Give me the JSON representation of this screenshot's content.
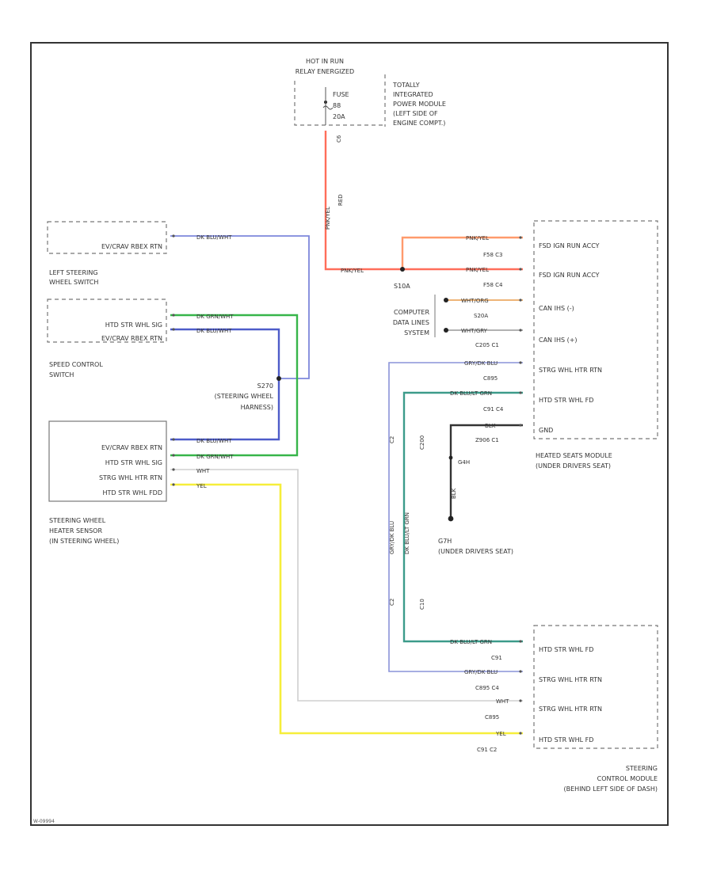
{
  "header": {
    "line1": "HOT IN RUN",
    "line2": "RELAY ENERGIZED"
  },
  "tipm": {
    "lines": [
      "TOTALLY",
      "INTEGRATED",
      "POWER MODULE",
      "(LEFT SIDE OF",
      "ENGINE COMPT.)"
    ],
    "fuse_lines": [
      "FUSE",
      "88",
      "20A"
    ],
    "connector": "C6"
  },
  "modules": {
    "left_switch": {
      "pins": [
        "EV/CRAV RBEX RTN"
      ],
      "lines": [
        "LEFT STEERING",
        "WHEEL SWITCH"
      ]
    },
    "speed_switch": {
      "pins": [
        "HTD STR WHL SIG",
        "EV/CRAV RBEX RTN"
      ],
      "lines": [
        "SPEED CONTROL",
        "SWITCH"
      ]
    },
    "heater_sensor": {
      "pins": [
        "EV/CRAV RBEX RTN",
        "HTD STR WHL SIG",
        "STRG WHL HTR RTN",
        "HTD STR WHL FDD"
      ],
      "lines": [
        "STEERING WHEEL",
        "HEATER SENSOR",
        "(IN STEERING WHEEL)"
      ]
    },
    "seats_module": {
      "pins": [
        "FSD IGN RUN ACCY",
        "FSD IGN RUN ACCY",
        "CAN IHS (-)",
        "CAN IHS (+)",
        "STRG WHL HTR RTN",
        "HTD STR WHL FD",
        "GND"
      ],
      "lines": [
        "HEATED SEATS MODULE",
        "(UNDER DRIVERS SEAT)"
      ]
    },
    "steering_module": {
      "pins": [
        "HTD STR WHL FD",
        "STRG WHL HTR RTN",
        "STRG WHL HTR RTN",
        "HTD STR WHL FD"
      ],
      "lines": [
        "STEERING",
        "CONTROL MODULE",
        "(BEHIND LEFT SIDE OF DASH)"
      ]
    }
  },
  "splice_s270": {
    "lines": [
      "S270",
      "(STEERING WHEEL",
      "HARNESS)"
    ]
  },
  "splice_s10a": "S10A",
  "computer": {
    "lines": [
      "COMPUTER",
      "DATA LINES",
      "SYSTEM"
    ]
  },
  "ground_g7": {
    "lines": [
      "G7H",
      "(UNDER DRIVERS SEAT)"
    ]
  },
  "wires": {
    "dkbluwht_1": "DK BLU/WHT",
    "dkgrnwht_1": "DK GRN/WHT",
    "dkbluwht_2": "DK BLU/WHT",
    "dkbluwht_3": "DK BLU/WHT",
    "dkgrnwht_2": "DK GRN/WHT",
    "wht": "WHT",
    "yel": "YEL",
    "pnkyel_main": "PNK/YEL",
    "pnkyel_1": "PNK/YEL",
    "pnkyel_2": "PNK/YEL",
    "vert_pnk": "PNK/YEL",
    "vert_red": "RED",
    "wht_org": "WHT/ORG",
    "wht_gry": "WHT/GRY",
    "grydk_1": "GRY/DK BLU",
    "dkblult_1": "DK BLU/LT GRN",
    "blk": "BLK",
    "grydk_v": "GRY/DK BLU",
    "dkblult_v": "DK BLU/LT GRN",
    "dkblult_2": "DK BLU/LT GRN",
    "grydk_2": "GRY/DK BLU",
    "wht_2": "WHT",
    "yel_2": "YEL",
    "blk_v": "BLK",
    "g4h": "G4H"
  },
  "connectors": {
    "f58_c3": "F58   C3",
    "f58_c4": "F58   C4",
    "s20a": "S20A",
    "c205_c1": "C205   C1",
    "c895": "C895",
    "c91_c4": "C91   C4",
    "z906_c1": "Z906   C1",
    "c91": "C91",
    "c895_c4": "C895   C4",
    "c895_b": "C895",
    "c91_c2": "C91   C2",
    "c2_left": "C2",
    "c2_right": "C2",
    "c200": "C200",
    "c10": "C10"
  },
  "colors": {
    "red": "#ff6e5a",
    "orange": "#ff9a6c",
    "blue": "#5c6fd6",
    "green": "#37b54a",
    "teal": "#3c9b8a",
    "yellow": "#f6ee3a",
    "gray": "#cfcfcf",
    "black": "#333333"
  },
  "footer": {
    "code": "W-09994"
  }
}
